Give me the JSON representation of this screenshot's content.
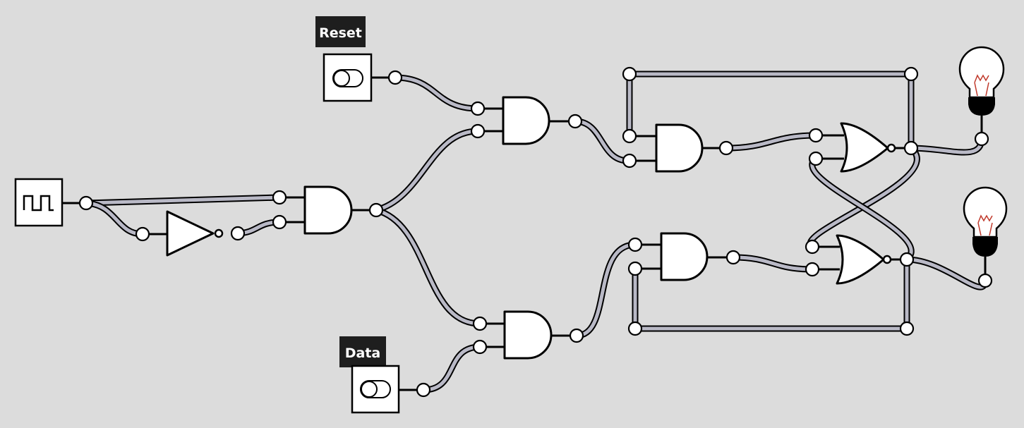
{
  "circuit": {
    "inputs": [
      {
        "id": "reset",
        "type": "toggle-switch",
        "label": "Reset"
      },
      {
        "id": "data",
        "type": "toggle-switch",
        "label": "Data"
      },
      {
        "id": "clock",
        "type": "clock-source",
        "label": ""
      }
    ],
    "gates": [
      {
        "id": "and-clock",
        "type": "AND"
      },
      {
        "id": "not-clock",
        "type": "NOT"
      },
      {
        "id": "and-reset",
        "type": "AND"
      },
      {
        "id": "and-data",
        "type": "AND"
      },
      {
        "id": "and-top",
        "type": "AND"
      },
      {
        "id": "and-bottom",
        "type": "AND"
      },
      {
        "id": "nor-top",
        "type": "NOR"
      },
      {
        "id": "nor-bottom",
        "type": "NOR"
      }
    ],
    "outputs": [
      {
        "id": "lamp-top",
        "type": "light-bulb"
      },
      {
        "id": "lamp-bottom",
        "type": "light-bulb"
      }
    ]
  }
}
